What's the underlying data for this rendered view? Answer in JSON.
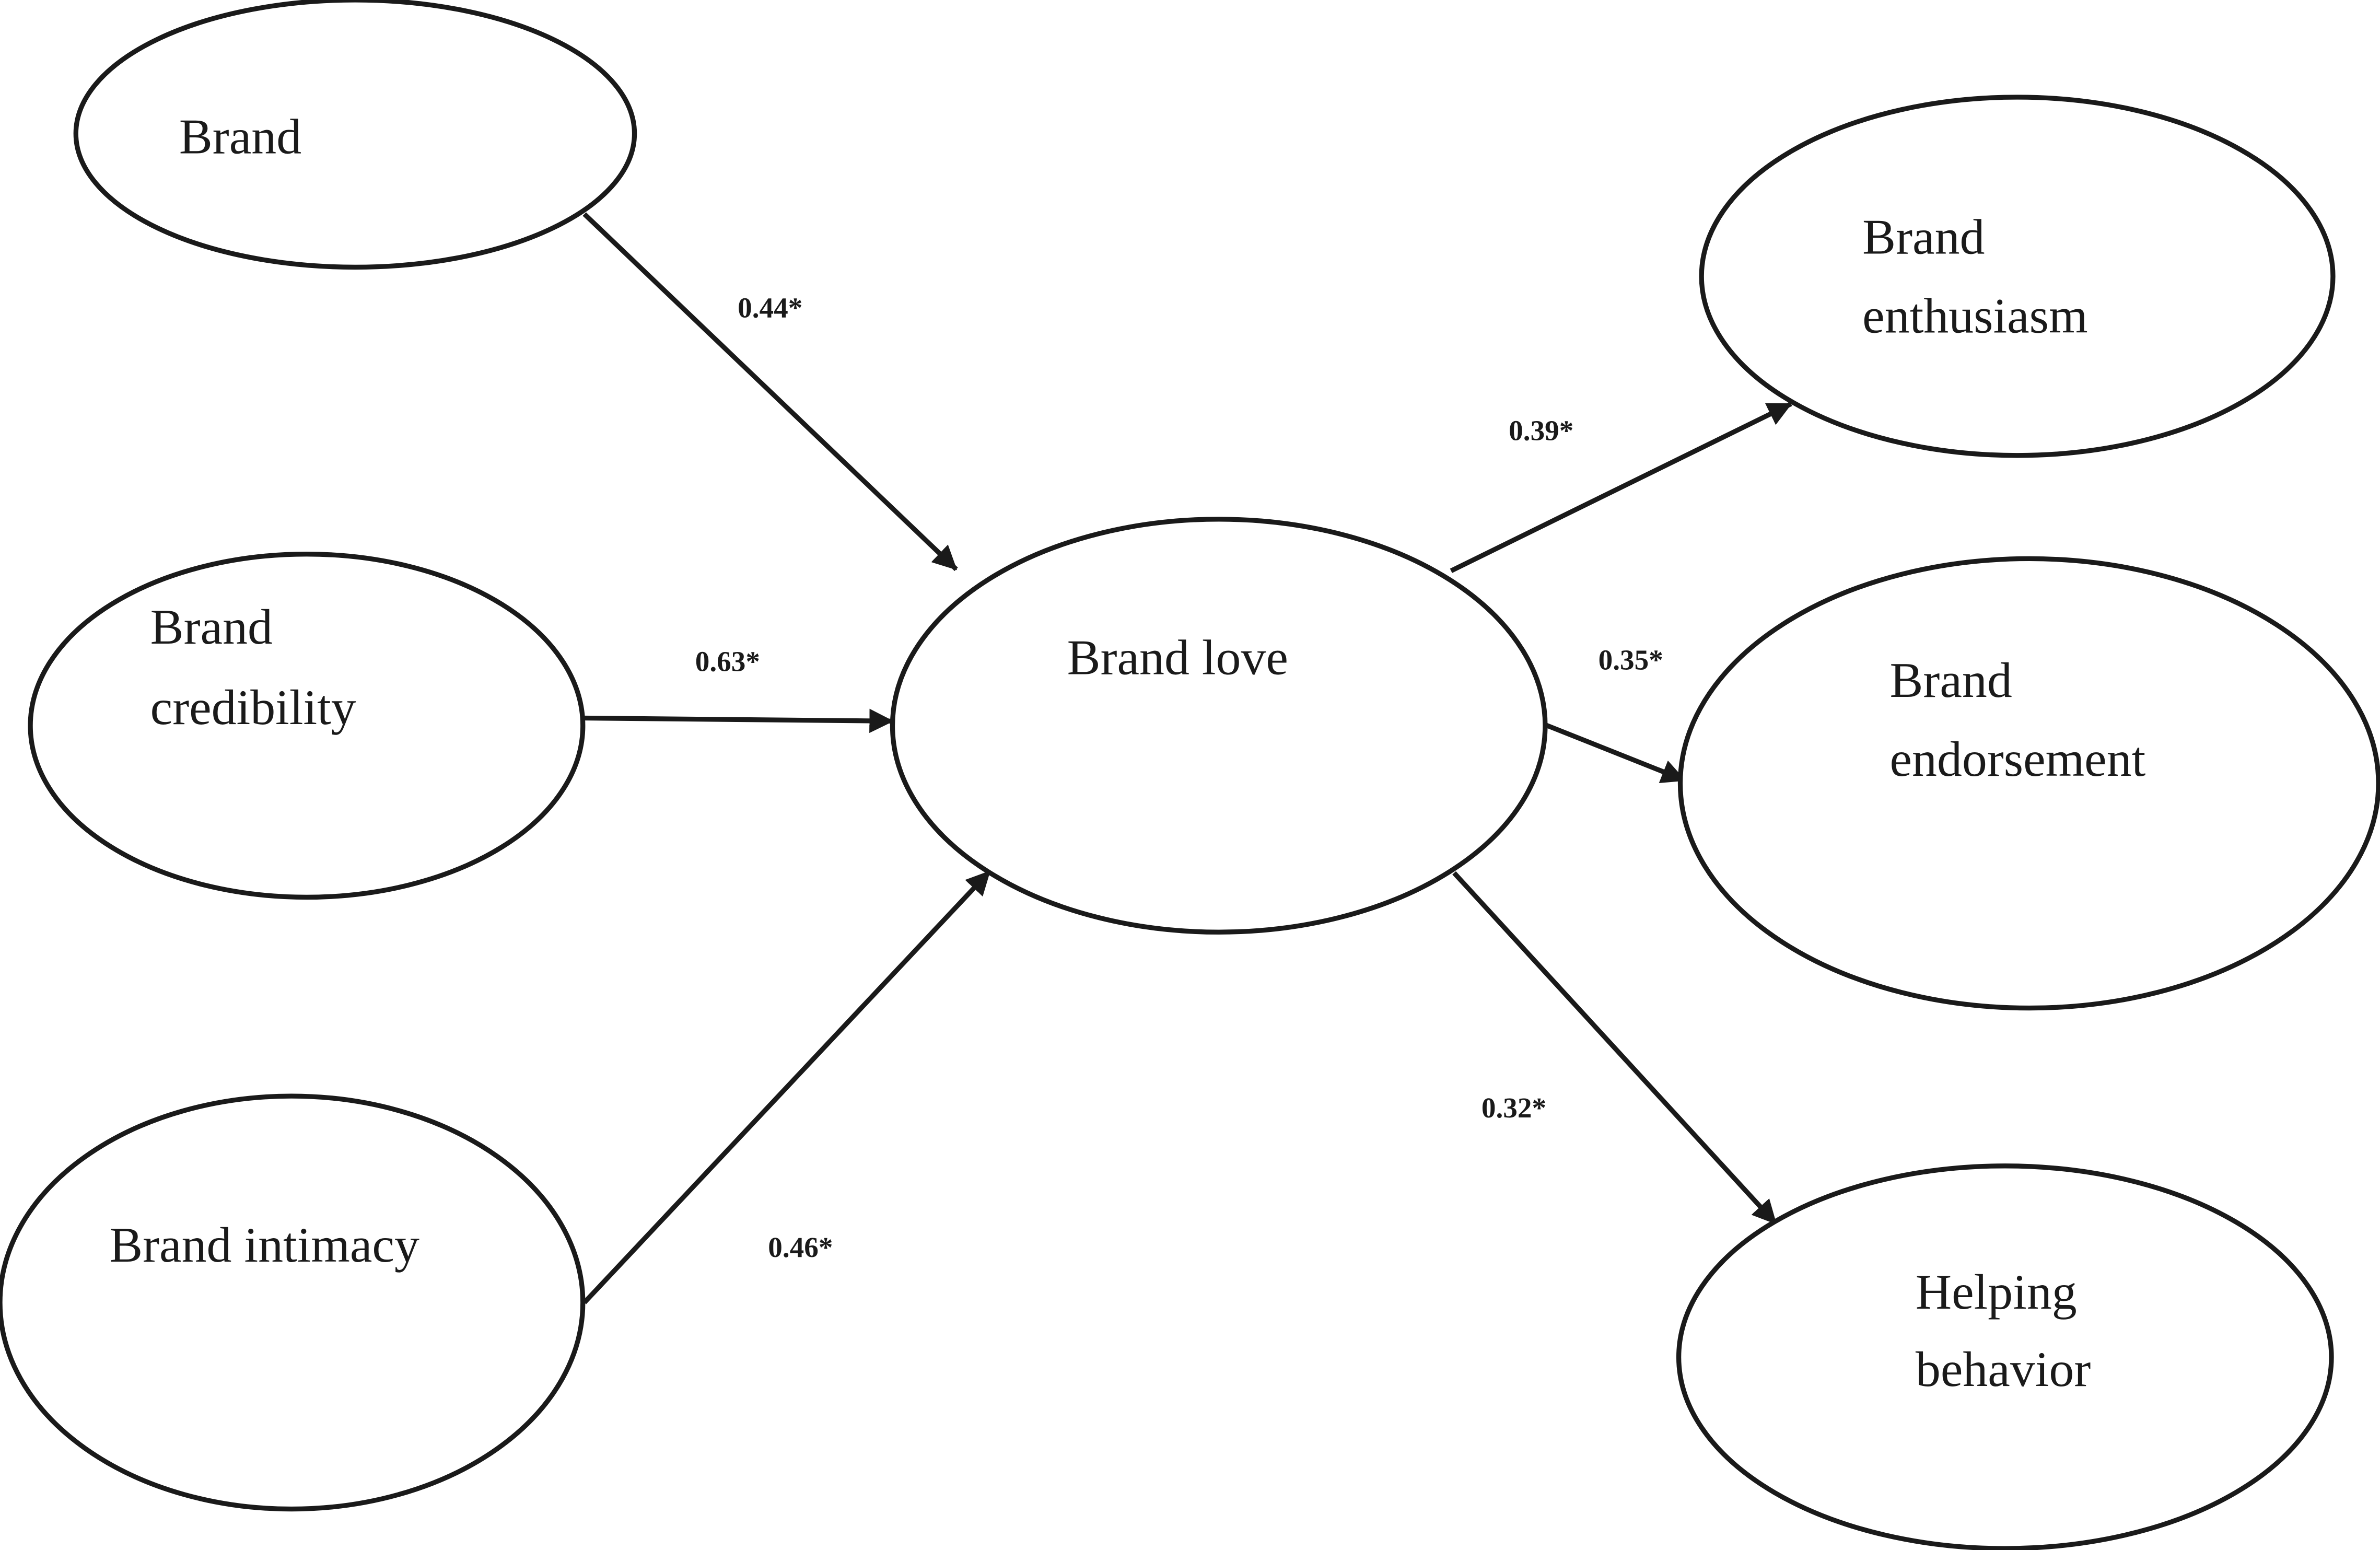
{
  "nodes": {
    "brand": {
      "lines": [
        "Brand"
      ]
    },
    "credibility": {
      "lines": [
        "Brand",
        "credibility"
      ]
    },
    "intimacy": {
      "lines": [
        "Brand intimacy"
      ]
    },
    "love": {
      "lines": [
        "Brand love"
      ]
    },
    "enthusiasm": {
      "lines": [
        "Brand",
        "enthusiasm"
      ]
    },
    "endorsement": {
      "lines": [
        "Brand",
        "endorsement"
      ]
    },
    "helping": {
      "lines": [
        "Helping",
        "behavior"
      ]
    }
  },
  "edges": {
    "brand_love": "0.44*",
    "credibility_love": "0.63*",
    "intimacy_love": "0.46*",
    "love_enthusiasm": "0.39*",
    "love_endorsement": "0.35*",
    "love_helping": "0.32*"
  }
}
